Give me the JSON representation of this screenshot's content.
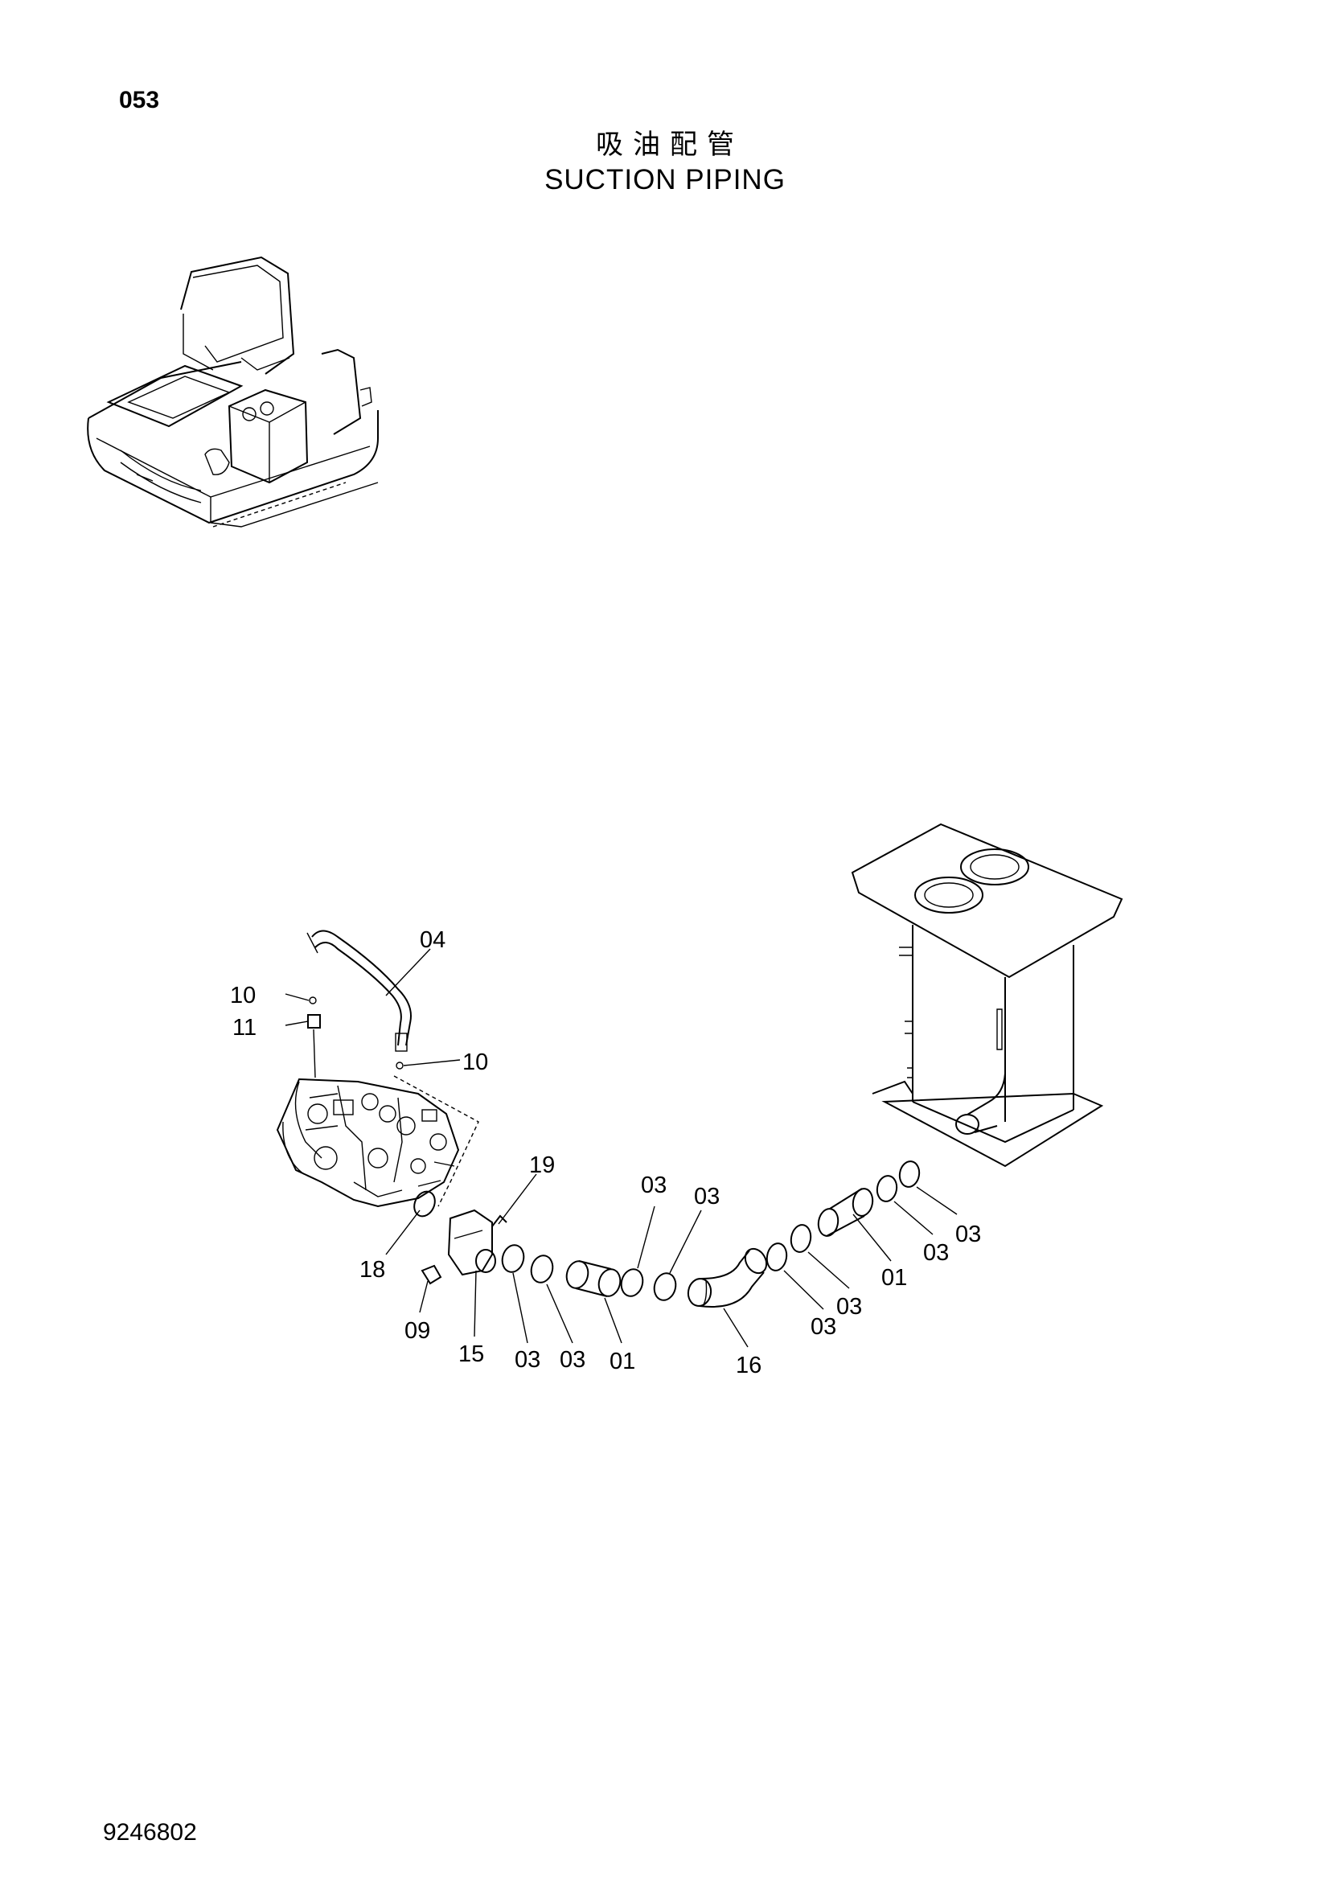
{
  "page_number": "053",
  "title_cn": "吸油配管",
  "title_en": "SUCTION PIPING",
  "diagram_number": "9246802",
  "callouts": {
    "c04": "04",
    "c10a": "10",
    "c11": "11",
    "c10b": "10",
    "c19": "19",
    "c18": "18",
    "c09": "09",
    "c15": "15",
    "c03a": "03",
    "c03b": "03",
    "c01a": "01",
    "c03c": "03",
    "c03d": "03",
    "c16": "16",
    "c03e": "03",
    "c03f": "03",
    "c01b": "01",
    "c03g": "03",
    "c03h": "03"
  }
}
